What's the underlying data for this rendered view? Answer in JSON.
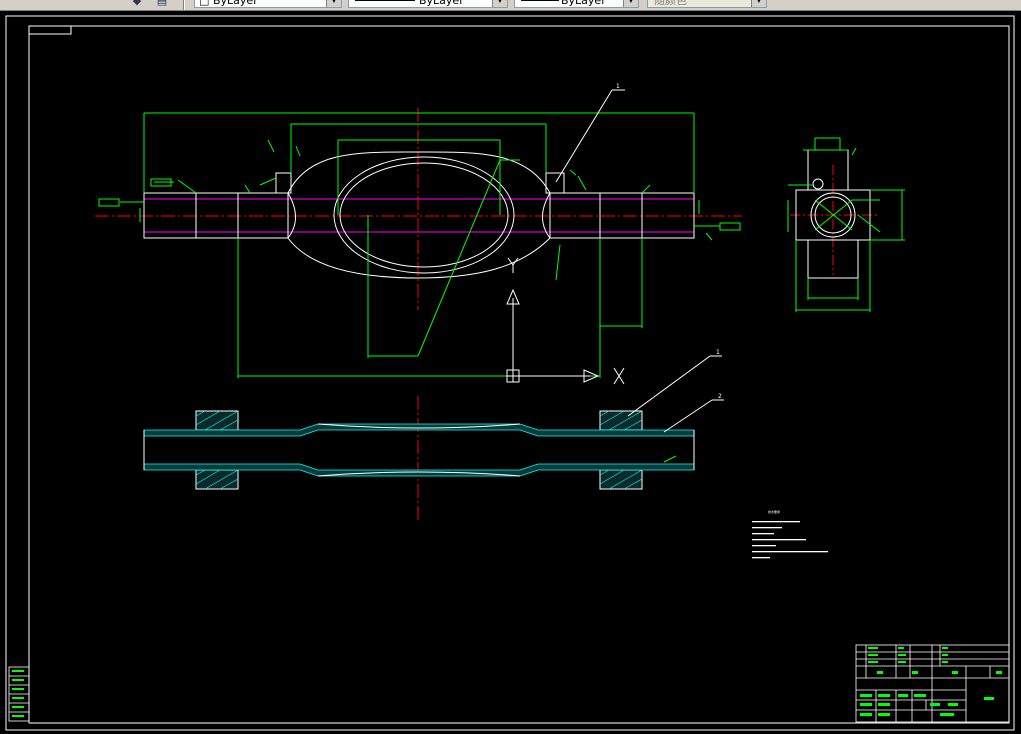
{
  "toolbar": {
    "layer_combo_value": "ByLayer",
    "linetype_combo_value": "ByLayer",
    "lineweight_combo_value": "ByLayer",
    "plotstyle_combo_value": "随颜色",
    "icons": [
      "layer-states-icon",
      "layer-previous-icon"
    ]
  },
  "drawing": {
    "colors": {
      "dimension": "#00ff00",
      "geometry": "#ffffff",
      "centerline": "#ff0000",
      "hidden": "#ff00ff",
      "hatch": "#00ffff",
      "background": "#000000"
    },
    "balloons": [
      "1",
      "1",
      "2"
    ],
    "ucs_labels": {
      "x": "X",
      "y": "Y"
    },
    "technical_requirements_title": "技术要求"
  }
}
